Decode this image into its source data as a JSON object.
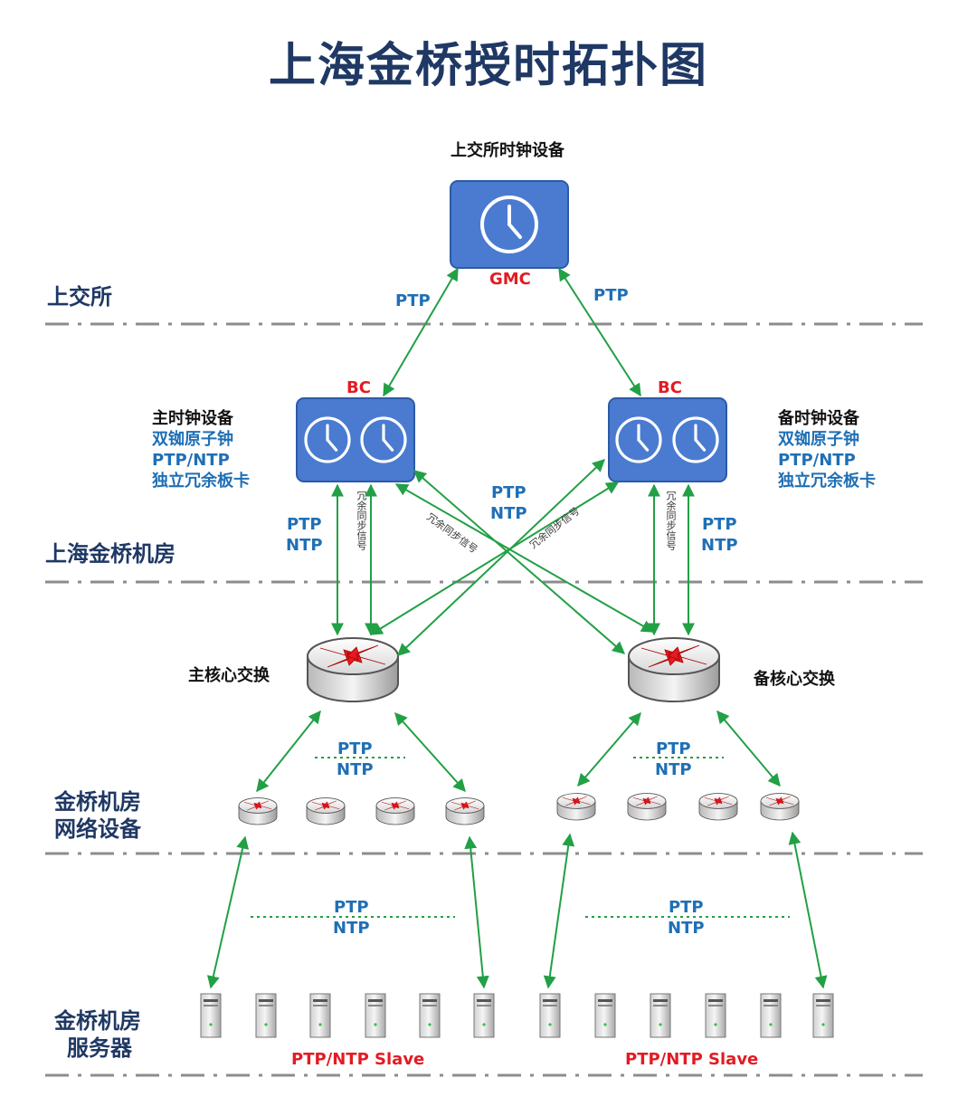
{
  "title": "上海金桥授时拓扑图",
  "zones": {
    "sse": "上交所",
    "jinqiao_room": "上海金桥机房",
    "network_devices": [
      "金桥机房",
      "网络设备"
    ],
    "servers": [
      "金桥机房",
      "服务器"
    ]
  },
  "gmc": {
    "caption": "上交所时钟设备",
    "label": "GMC"
  },
  "bc_label": "BC",
  "primary_clock": {
    "title": "主时钟设备",
    "features": [
      "双铷原子钟",
      "PTP/NTP",
      "独立冗余板卡"
    ]
  },
  "backup_clock": {
    "title": "备时钟设备",
    "features": [
      "双铷原子钟",
      "PTP/NTP",
      "独立冗余板卡"
    ]
  },
  "protocols": {
    "ptp": "PTP",
    "ntp": "NTP",
    "ptp_ntp_slave": "PTP/NTP Slave"
  },
  "redundant_sync_signal": "冗余同步信号",
  "core_switches": {
    "primary": "主核心交换",
    "backup": "备核心交换"
  },
  "colors": {
    "title": "#1f3864",
    "blue_text": "#1f6fb5",
    "red_text": "#e31b23",
    "arrow": "#22a045",
    "device_blue": "#4a7bd0",
    "divider": "#8c8c8c"
  }
}
